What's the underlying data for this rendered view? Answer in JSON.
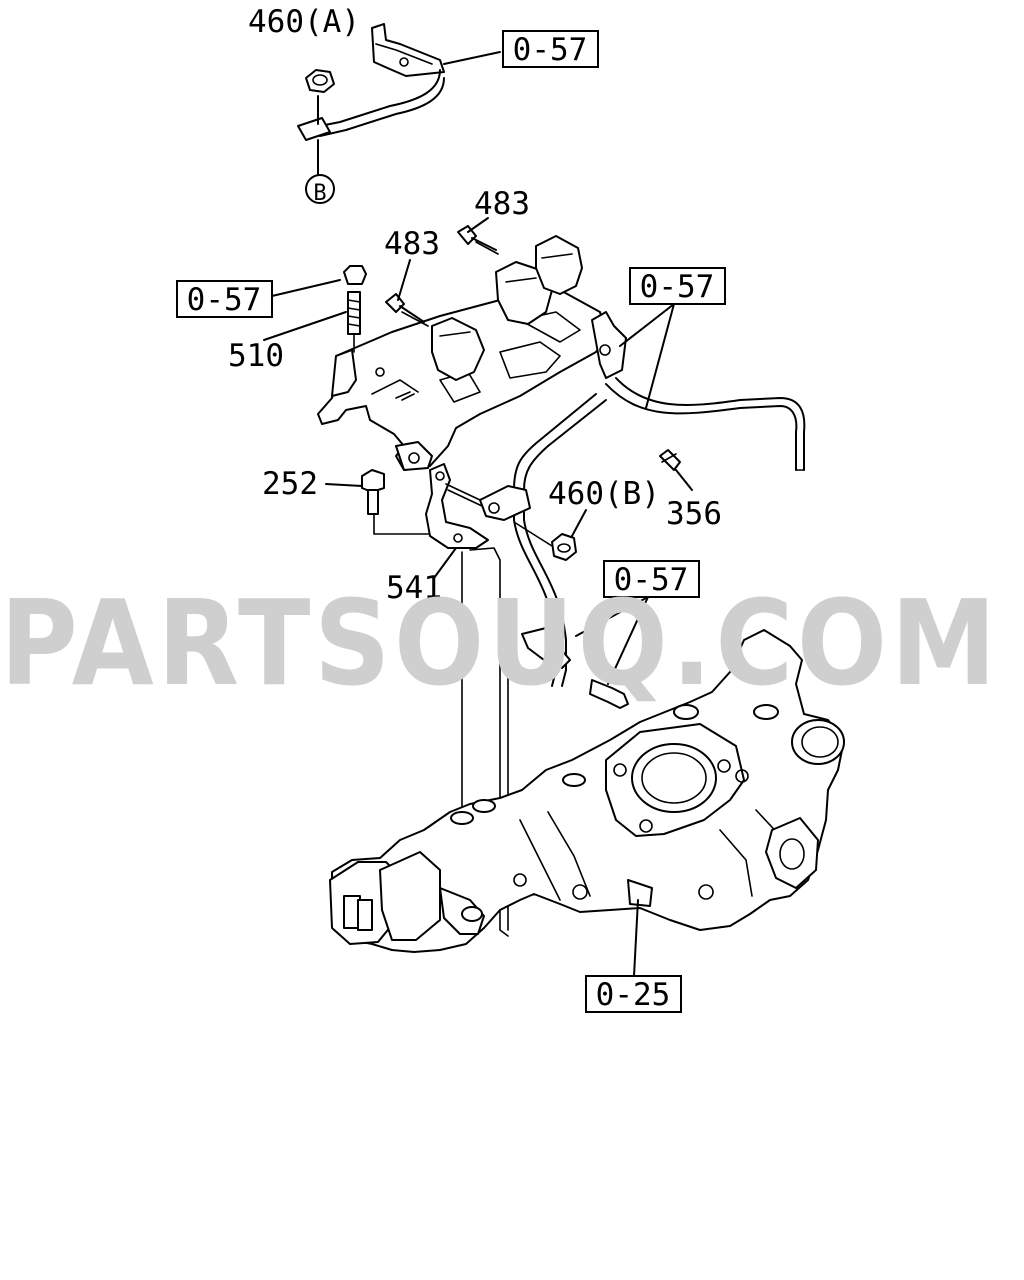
{
  "labels": {
    "nut_a": "460(A)",
    "nut_b": "460(B)",
    "ref_b": "B",
    "screw_upper": "483",
    "screw_lower": "483",
    "stud": "510",
    "bolt": "252",
    "bracket": "541",
    "clip": "356"
  },
  "refs": {
    "top": "0-57",
    "left": "0-57",
    "right": "0-57",
    "middle": "0-57",
    "bottom": "0-25"
  },
  "watermark": "PARTSOUQ.COM"
}
